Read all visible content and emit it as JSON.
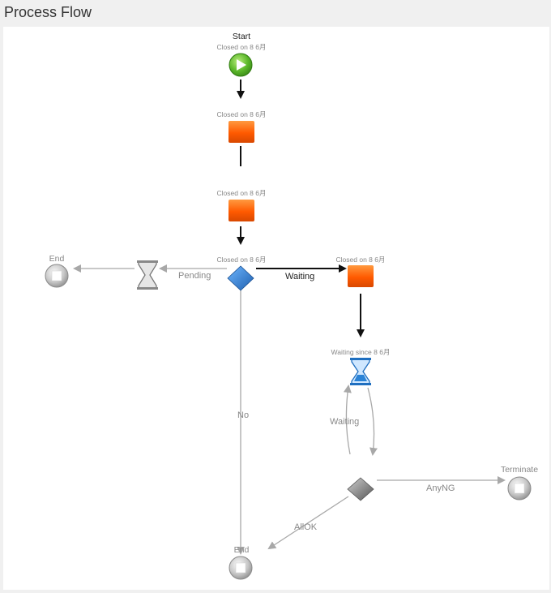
{
  "header": {
    "title": "Process Flow"
  },
  "nodes": {
    "start": {
      "label": "Start",
      "status": "Closed on 8 6月"
    },
    "task1": {
      "status": "Closed on 8 6月"
    },
    "task2": {
      "status": "Closed on 8 6月"
    },
    "gateway1": {
      "status": "Closed on 8 6月"
    },
    "task3": {
      "status": "Closed on 8 6月"
    },
    "wait_right": {
      "status": "Waiting since 8 6月"
    },
    "end_left": {
      "label": "End"
    },
    "end_bottom": {
      "label": "End"
    },
    "terminate": {
      "label": "Terminate"
    }
  },
  "edges": {
    "pending": "Pending",
    "waiting_top": "Waiting",
    "no": "No",
    "waiting_loop": "Waiting",
    "anyng": "AnyNG",
    "allok": "AllOK"
  },
  "colors": {
    "task": "#ff6a10",
    "start": "#5cb82a",
    "gateway_active": "#2f7fd0",
    "gateway_inactive": "#777777",
    "edge_active": "#111111",
    "edge_inactive": "#a8a8a8"
  }
}
